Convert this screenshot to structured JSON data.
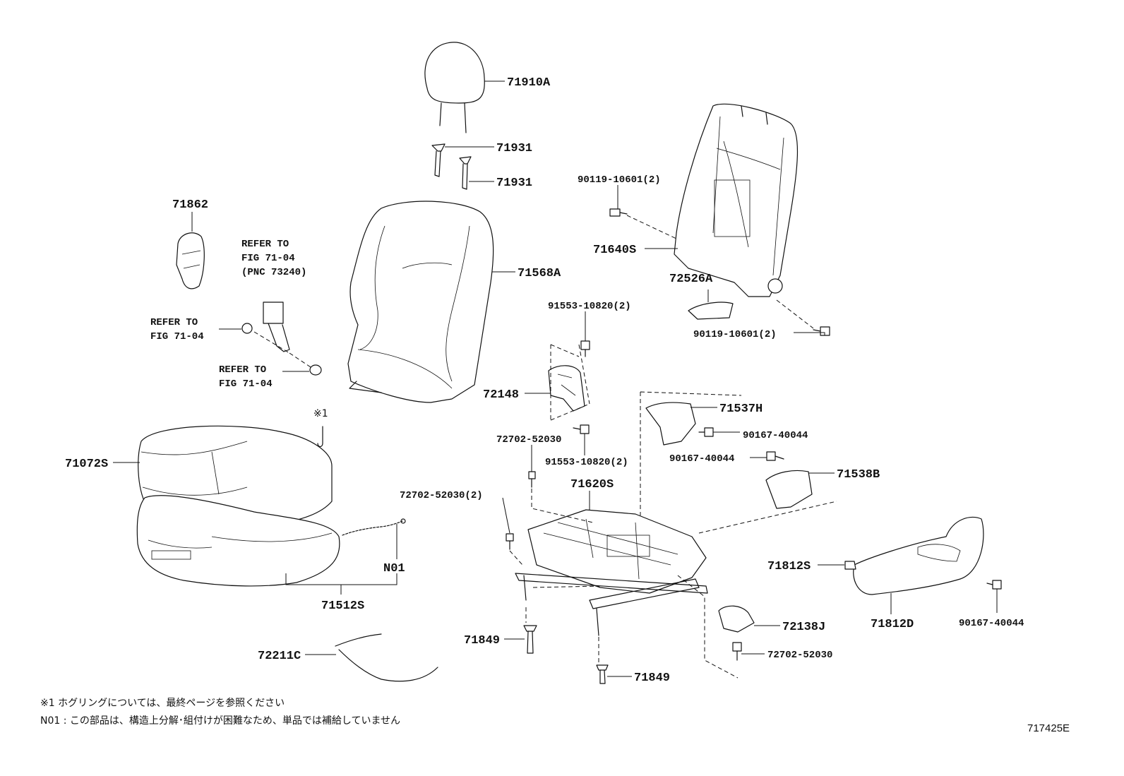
{
  "parts": {
    "headrest": "71910A",
    "headrest_support_upper": "71931",
    "headrest_support_lower": "71931",
    "seatback_cover": "71568A",
    "seatback_frame": "71640S",
    "recliner_cover_inner": "72526A",
    "bolt_frame_upper": "90119-10601(2)",
    "bolt_frame_lower": "90119-10601(2)",
    "belt_guide": "71862",
    "cushion_cover": "71072S",
    "cushion_pad": "71512S",
    "pad_wire": "N01",
    "spring_wire": "72211C",
    "bracket": "72148",
    "bolt_bracket_upper": "91553-10820(2)",
    "bolt_bracket_lower": "91553-10820(2)",
    "screw_a": "72702-52030",
    "screw_b": "72702-52030(2)",
    "seat_track": "71620S",
    "shield_a": "71537H",
    "screw_shield_a": "90167-40044",
    "screw_shield_b": "90167-40044",
    "shield_b": "71538B",
    "clip_front": "71849",
    "clip_rear": "71849",
    "outer_cover_clip": "71812S",
    "outer_cover": "71812D",
    "screw_outer_cover": "90167-40044",
    "track_cover": "72138J",
    "screw_track_cover": "72702-52030"
  },
  "references": {
    "buckle_line1": "REFER TO",
    "buckle_line2": "FIG 71-04",
    "buckle_line3": "(PNC 73240)",
    "nut_line1": "REFER TO",
    "nut_line2": "FIG 71-04",
    "washer_line1": "REFER TO",
    "washer_line2": "FIG 71-04"
  },
  "mark": "※1",
  "notes": {
    "note1": "※1  ホグリングについては、最終ページを参照ください",
    "note2": "N01 : この部品は、構造上分解･組付けが困難なため、単品では補給していません"
  },
  "illustration_code": "717425E"
}
